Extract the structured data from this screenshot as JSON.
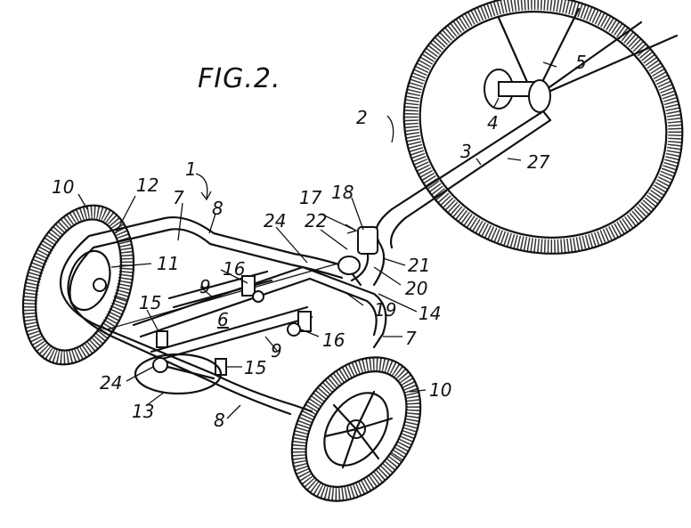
{
  "figure": {
    "title": "FIG.2.",
    "labels": {
      "n1": "1",
      "n2": "2",
      "n3": "3",
      "n4": "4",
      "n5": "5",
      "n6": "6",
      "n7a": "7",
      "n7b": "7",
      "n8a": "8",
      "n8b": "8",
      "n9a": "9",
      "n9b": "9",
      "n10a": "10",
      "n10b": "10",
      "n11": "11",
      "n12": "12",
      "n13": "13",
      "n14": "14",
      "n15a": "15",
      "n15b": "15",
      "n16a": "16",
      "n16b": "16",
      "n17": "17",
      "n18": "18",
      "n19": "19",
      "n20": "20",
      "n21": "21",
      "n22": "22",
      "n24a": "24",
      "n24b": "24",
      "n27": "27"
    }
  }
}
